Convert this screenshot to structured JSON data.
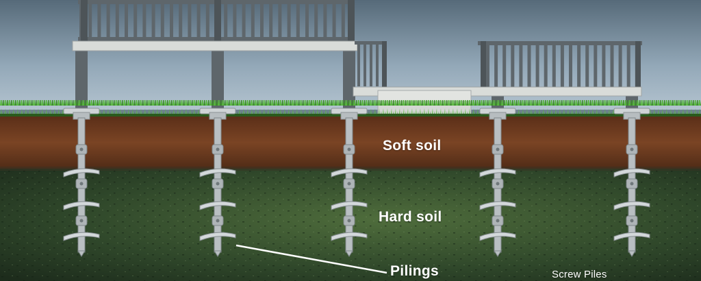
{
  "labels": {
    "soft_soil": "Soft soil",
    "hard_soil": "Hard soil",
    "pilings": "Pilings",
    "caption": "Screw Piles"
  },
  "colors": {
    "sky_top": "#5b6f7e",
    "sky_bottom": "#a9bccb",
    "grass": "#3f9a2c",
    "soft_soil": "#6b3a1f",
    "hard_soil": "#2f4a2a",
    "deck": "#d9dcd9",
    "railing": "#5e666b",
    "pile": "#b9bfc2"
  },
  "icons": {
    "deck": "deck-structure",
    "pile": "screw-pile-icon"
  }
}
